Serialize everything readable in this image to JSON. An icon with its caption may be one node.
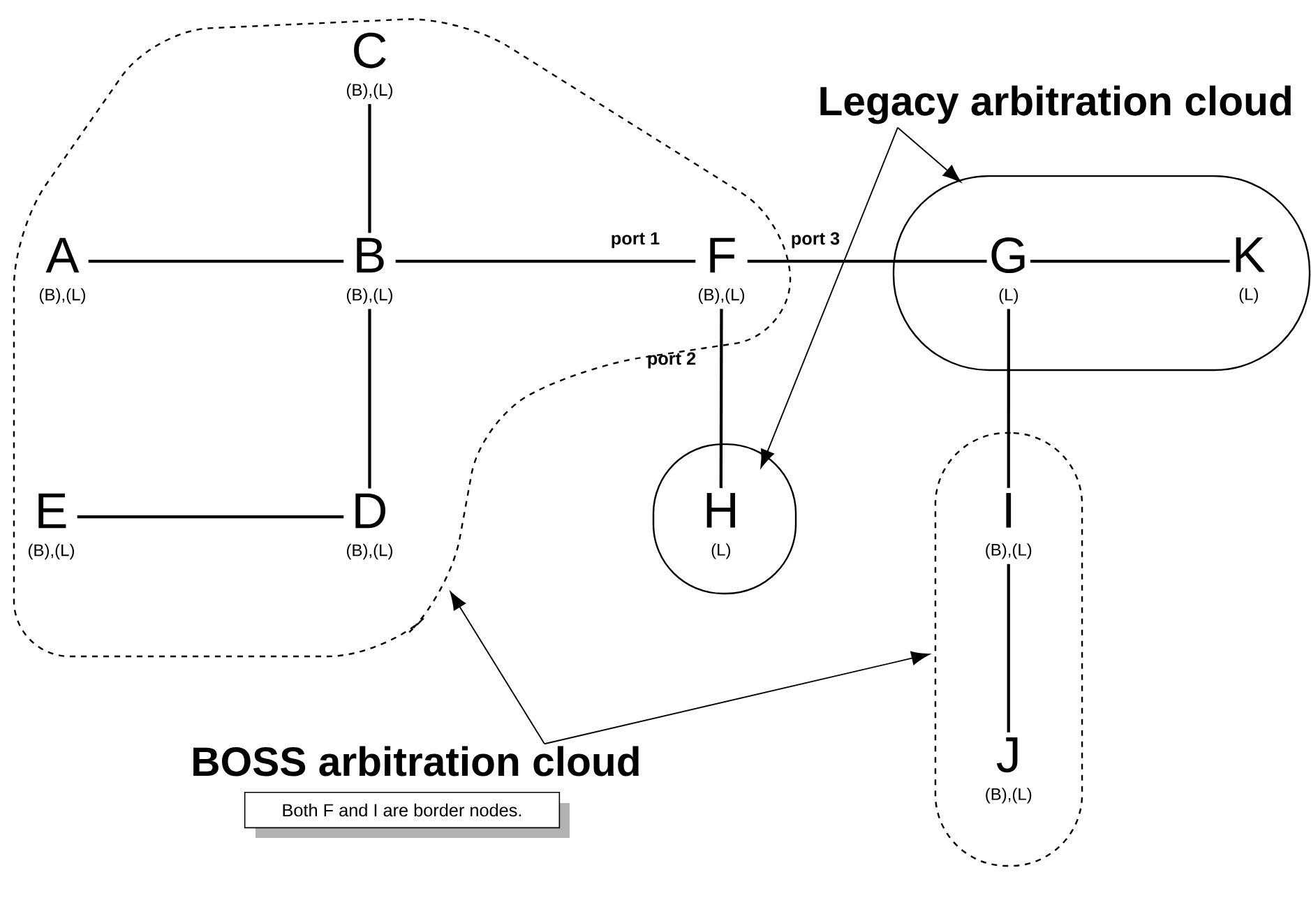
{
  "diagram": {
    "nodes": [
      {
        "text": [],
        "shape": "cloud"
      },
      {
        "text": [
          "C"
        ],
        "beside": [
          "(B),(L)"
        ],
        "in": 0
      },
      {
        "text": [
          "A"
        ],
        "beside": [
          "(B),(L)"
        ],
        "in": 0
      },
      {
        "text": [
          "B"
        ],
        "beside": [
          "(B),(L)"
        ],
        "in": 0
      },
      {
        "text": [
          "F"
        ],
        "beside": [
          "(B),(L)"
        ],
        "in": 0
      },
      {
        "text": [
          "E"
        ],
        "beside": [
          "(B),(L)"
        ],
        "in": 0
      },
      {
        "text": [
          "D"
        ],
        "beside": [
          "(B),(L)"
        ],
        "in": 0
      },
      {
        "text": [],
        "shape": "box"
      },
      {
        "text": [
          "G"
        ],
        "beside": [
          "(L)"
        ],
        "in": 7
      },
      {
        "text": [
          "K"
        ],
        "beside": [
          "(L)"
        ],
        "in": 7
      },
      {
        "text": [],
        "shape": "circle"
      },
      {
        "text": [
          "H"
        ],
        "beside": [
          "(L)"
        ],
        "in": 10
      },
      {
        "text": [],
        "shape": "cloud"
      },
      {
        "text": [
          "I"
        ],
        "beside": [
          "(B),(L)"
        ],
        "in": 12
      },
      {
        "text": [
          "J"
        ],
        "beside": [
          "(B),(L)"
        ],
        "in": 12
      },
      {
        "text": [
          "Legacy arbitration cloud"
        ]
      },
      {
        "text": [
          "BOSS arbitration cloud"
        ]
      },
      {
        "text": [
          "Both F and I are border nodes."
        ]
      }
    ],
    "edges": [
      {
        "from": 1,
        "to": 3,
        "arrow": "none"
      },
      {
        "from": 2,
        "to": 3,
        "arrow": "none"
      },
      {
        "from": 3,
        "to": 4,
        "arrow": "none",
        "label": "port 1"
      },
      {
        "from": 4,
        "to": 8,
        "arrow": "none",
        "label": "port 3"
      },
      {
        "from": 4,
        "to": 11,
        "arrow": "none",
        "label": "port 2"
      },
      {
        "from": 8,
        "to": 9,
        "arrow": "none"
      },
      {
        "from": 5,
        "to": 6,
        "arrow": "none"
      },
      {
        "from": 3,
        "to": 6,
        "arrow": "none"
      },
      {
        "from": 8,
        "to": 13,
        "arrow": "none"
      },
      {
        "from": 13,
        "to": 14,
        "arrow": "none"
      },
      {
        "from": 15,
        "to": 7,
        "arrow": "to"
      },
      {
        "from": 15,
        "to": 10,
        "arrow": "to"
      },
      {
        "from": 16,
        "to": 0,
        "arrow": "to"
      },
      {
        "from": 16,
        "to": 12,
        "arrow": "to"
      }
    ]
  }
}
